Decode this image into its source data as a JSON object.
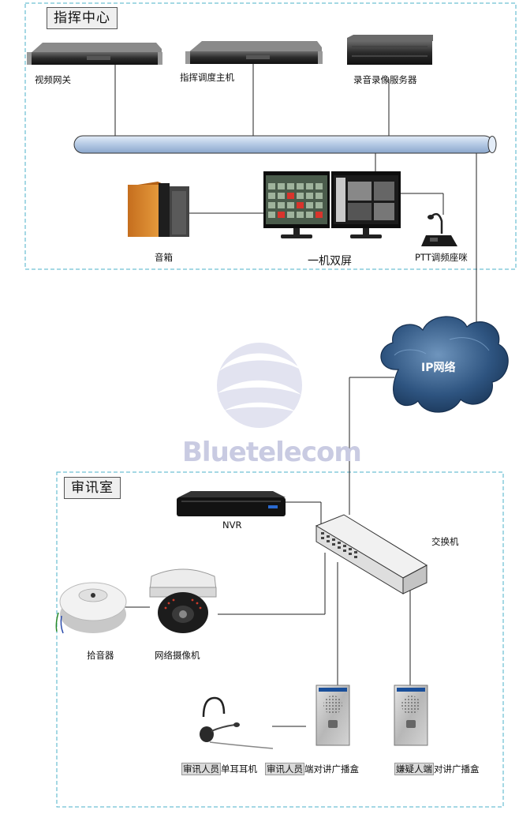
{
  "zones": {
    "command": {
      "title": "指挥中心"
    },
    "interrogation": {
      "title": "审讯室"
    }
  },
  "devices": {
    "video_gateway": "视频网关",
    "dispatch_host": "指挥调度主机",
    "recording_server": "录音录像服务器",
    "speaker": "音箱",
    "dual_screen": "一机双屏",
    "ptt_mic": "PTT调频座咪",
    "ip_network": "IP网络",
    "nvr": "NVR",
    "switch": "交换机",
    "pickup": "拾音器",
    "ip_camera": "网络摄像机",
    "headset": {
      "highlight": "审讯人员",
      "rest": "单耳耳机"
    },
    "officer_box": {
      "highlight": "审讯人员",
      "rest": "端对讲广播盒"
    },
    "suspect_box": {
      "highlight": "嫌疑人端",
      "rest": "对讲广播盒"
    }
  },
  "watermark": {
    "brand": "Bluetelecom"
  },
  "colors": {
    "dashed_border": "#4bb0c8",
    "pipe_fill": "#c7d8ee",
    "cloud": "#2c4f76"
  }
}
